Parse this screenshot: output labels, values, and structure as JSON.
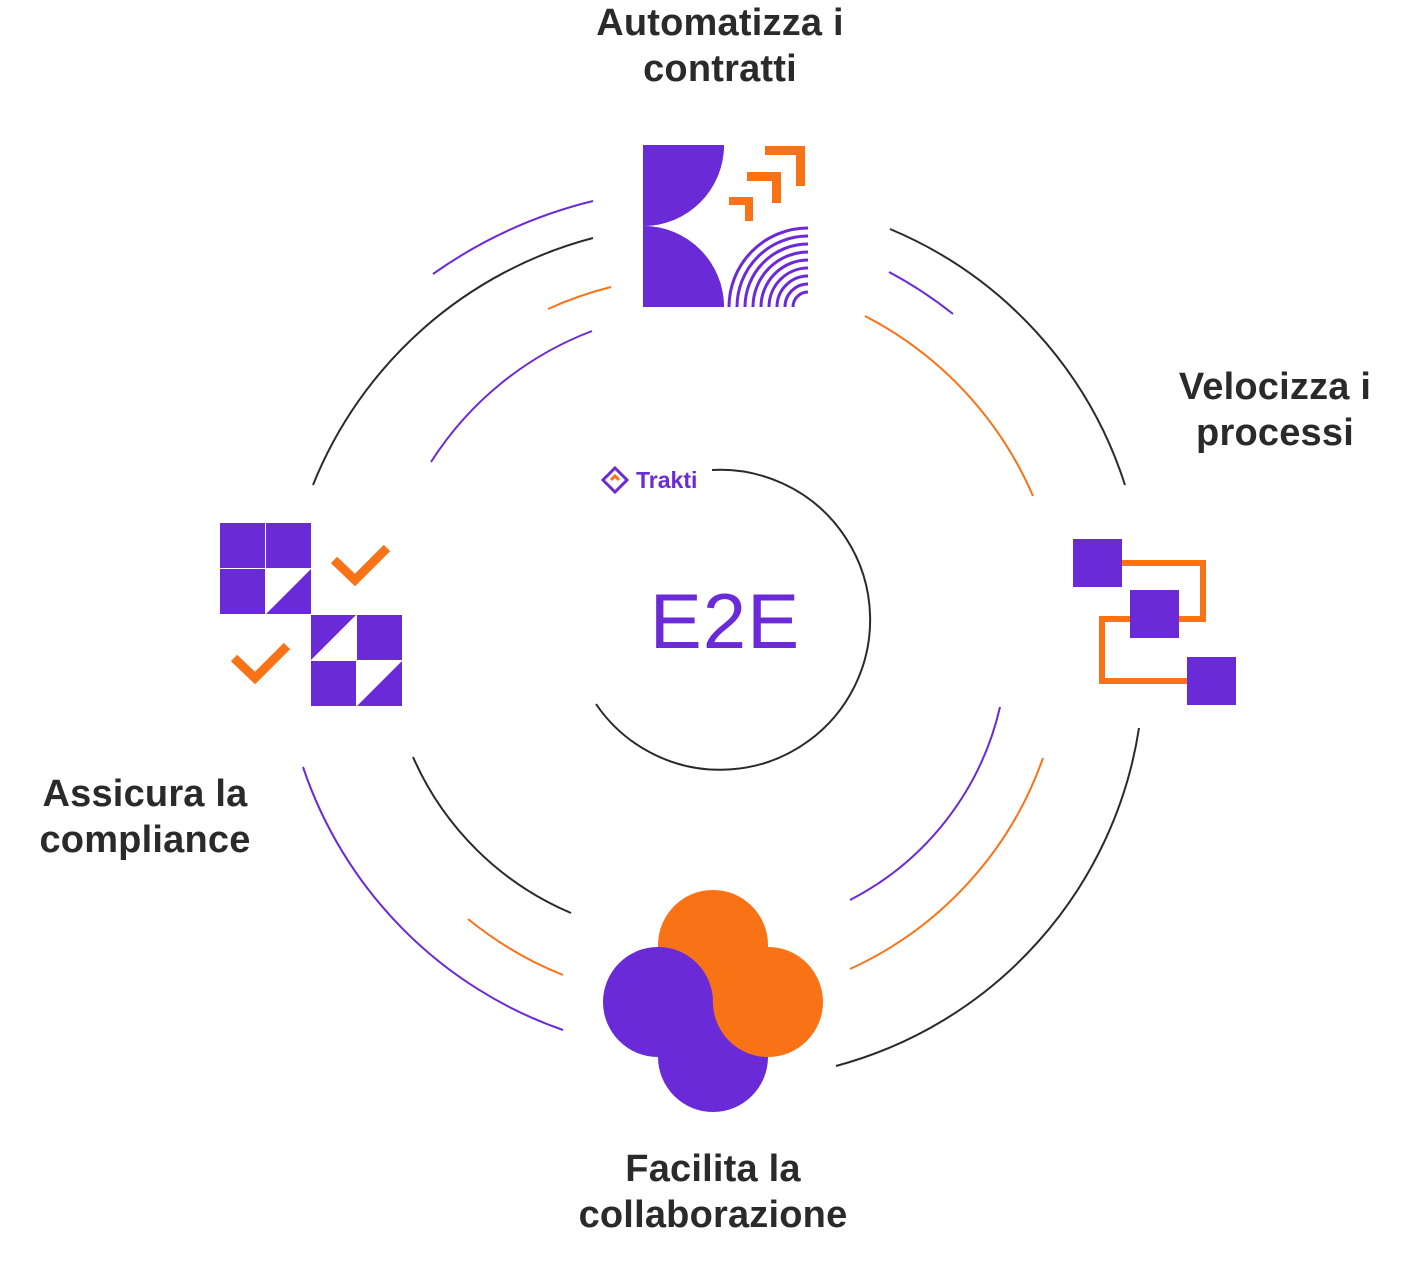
{
  "colors": {
    "purple": "#6a2ad8",
    "orange": "#f97316",
    "dark": "#2a2a2a",
    "background": "#ffffff"
  },
  "center": {
    "logo_icon": "trakti-logo-icon",
    "brand": "Trakti",
    "title": "E2E"
  },
  "steps": [
    {
      "id": "top",
      "line1": "Automatizza i",
      "line2": "contratti",
      "icon": "contract-automation-icon"
    },
    {
      "id": "right",
      "line1": "Velocizza i",
      "line2": "processi",
      "icon": "process-flow-icon"
    },
    {
      "id": "bottom",
      "line1": "Facilita la",
      "line2": "collaborazione",
      "icon": "collaboration-icon"
    },
    {
      "id": "left",
      "line1": "Assicura la",
      "line2": "compliance",
      "icon": "compliance-check-icon"
    }
  ]
}
